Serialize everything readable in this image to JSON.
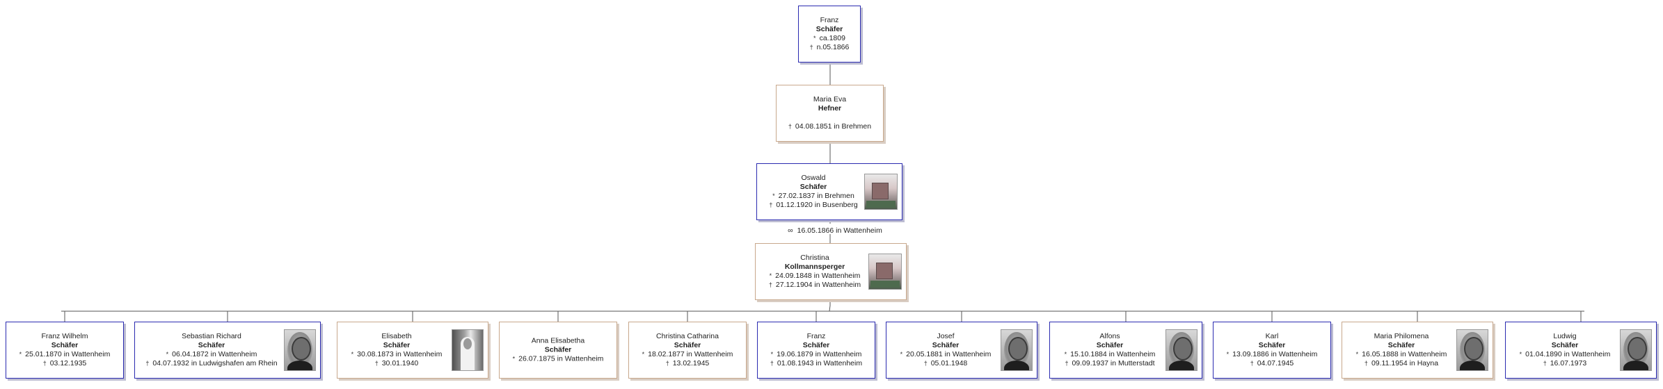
{
  "symbols": {
    "birth": "*",
    "death": "†",
    "marriage": "∞"
  },
  "ancestors": [
    {
      "first": "Franz",
      "last": "Schäfer",
      "birth": "ca.1809",
      "death": "n.05.1866",
      "sex": "m"
    },
    {
      "first": "Maria Eva",
      "last": "Hefner",
      "birth": "",
      "death": "04.08.1851 in Brehmen",
      "sex": "f"
    },
    {
      "first": "Oswald",
      "last": "Schäfer",
      "birth": "27.02.1837 in Brehmen",
      "death": "01.12.1920 in Busenberg",
      "sex": "m",
      "photo": "house-photo"
    }
  ],
  "marriage": {
    "text": "16.05.1866 in Wattenheim"
  },
  "spouse": {
    "first": "Christina",
    "last": "Kollmannsperger",
    "birth": "24.09.1848 in Wattenheim",
    "death": "27.12.1904 in Wattenheim",
    "sex": "f",
    "photo": "house-photo"
  },
  "children": [
    {
      "first": "Franz Wilhelm",
      "last": "Schäfer",
      "birth": "25.01.1870 in Wattenheim",
      "death": "03.12.1935",
      "sex": "m"
    },
    {
      "first": "Sebastian Richard",
      "last": "Schäfer",
      "birth": "06.04.1872 in Wattenheim",
      "death": "04.07.1932 in Ludwigshafen am Rhein",
      "sex": "m",
      "photo": "portrait-photo"
    },
    {
      "first": "Elisabeth",
      "last": "Schäfer",
      "birth": "30.08.1873 in Wattenheim",
      "death": "30.01.1940",
      "sex": "f",
      "photo": "nun-photo"
    },
    {
      "first": "Anna Elisabetha",
      "last": "Schäfer",
      "birth": "26.07.1875 in Wattenheim",
      "death": "",
      "sex": "f"
    },
    {
      "first": "Christina Catharina",
      "last": "Schäfer",
      "birth": "18.02.1877 in Wattenheim",
      "death": "13.02.1945",
      "sex": "f"
    },
    {
      "first": "Franz",
      "last": "Schäfer",
      "birth": "19.06.1879 in Wattenheim",
      "death": "01.08.1943 in Wattenheim",
      "sex": "m"
    },
    {
      "first": "Josef",
      "last": "Schäfer",
      "birth": "20.05.1881 in Wattenheim",
      "death": "05.01.1948",
      "sex": "m",
      "photo": "portrait-photo"
    },
    {
      "first": "Alfons",
      "last": "Schäfer",
      "birth": "15.10.1884 in Wattenheim",
      "death": "09.09.1937 in Mutterstadt",
      "sex": "m",
      "photo": "portrait-photo"
    },
    {
      "first": "Karl",
      "last": "Schäfer",
      "birth": "13.09.1886 in Wattenheim",
      "death": "04.07.1945",
      "sex": "m"
    },
    {
      "first": "Maria Philomena",
      "last": "Schäfer",
      "birth": "16.05.1888 in Wattenheim",
      "death": "09.11.1954 in Hayna",
      "sex": "f",
      "photo": "portrait-photo"
    },
    {
      "first": "Ludwig",
      "last": "Schäfer",
      "birth": "01.04.1890 in Wattenheim",
      "death": "16.07.1973",
      "sex": "m",
      "photo": "portrait-photo"
    }
  ]
}
